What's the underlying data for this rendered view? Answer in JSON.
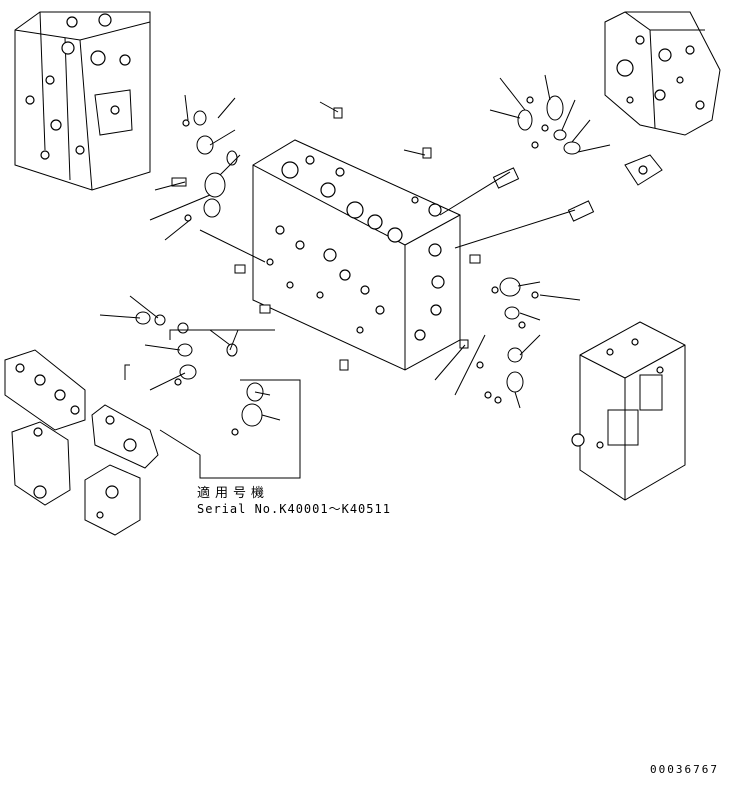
{
  "diagram": {
    "serial_note": {
      "applicable_label": "適用号機",
      "serial_text": "Serial No.K40001〜K40511"
    },
    "drawing_number": "00036767"
  }
}
